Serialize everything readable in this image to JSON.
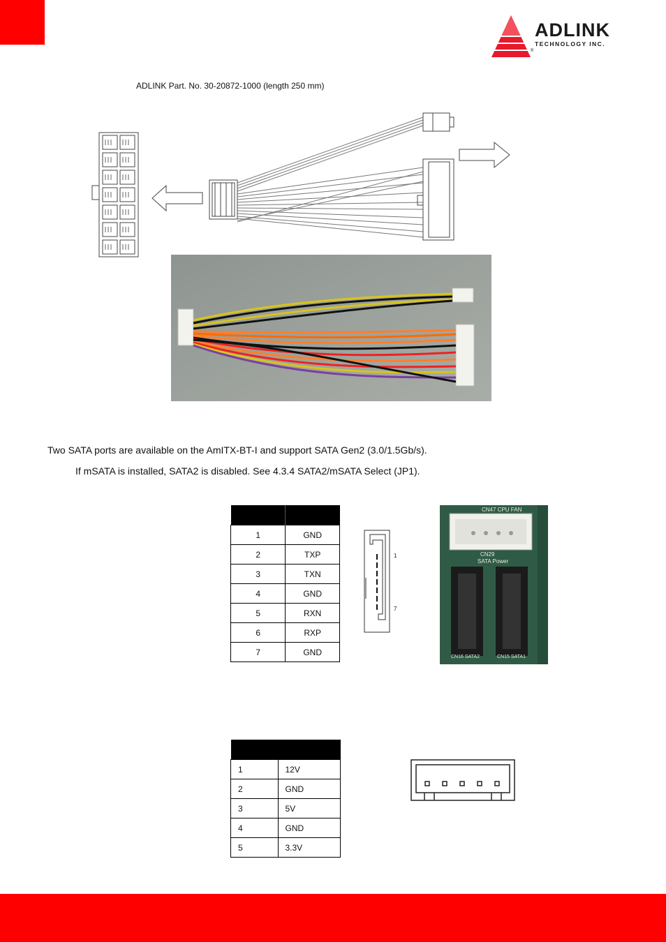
{
  "header": {
    "logo_text": "ADLINK",
    "logo_subtext": "TECHNOLOGY INC.",
    "logo_mark": "®"
  },
  "cable": {
    "part_caption": "ADLINK Part. No. 30-20872-1000 (length 250 mm)"
  },
  "sata_section": {
    "intro": "Two SATA ports are available on the AmITX-BT-I and support SATA Gen2 (3.0/1.5Gb/s).",
    "note": "If mSATA is installed, SATA2 is disabled. See 4.3.4 SATA2/mSATA Select (JP1).",
    "table": {
      "rows": [
        {
          "pin": "1",
          "signal": "GND"
        },
        {
          "pin": "2",
          "signal": "TXP"
        },
        {
          "pin": "3",
          "signal": "TXN"
        },
        {
          "pin": "4",
          "signal": "GND"
        },
        {
          "pin": "5",
          "signal": "RXN"
        },
        {
          "pin": "6",
          "signal": "RXP"
        },
        {
          "pin": "7",
          "signal": "GND"
        }
      ]
    },
    "diagram": {
      "first_pin": "1",
      "last_pin": "7"
    },
    "photo_labels": {
      "cpu_fan": "CN47 CPU FAN",
      "sata_power_1": "CN29",
      "sata_power_2": "SATA Power",
      "sata2": "CN16 SATA2",
      "sata1": "CN15 SATA1"
    }
  },
  "power_section": {
    "table": {
      "rows": [
        {
          "pin": "1",
          "signal": "12V"
        },
        {
          "pin": "2",
          "signal": "GND"
        },
        {
          "pin": "3",
          "signal": "5V"
        },
        {
          "pin": "4",
          "signal": "GND"
        },
        {
          "pin": "5",
          "signal": " 3.3V"
        }
      ]
    }
  },
  "colors": {
    "accent_red": "#ff0000",
    "table_header": "#000000",
    "pcb_green": "#2f5b46"
  }
}
